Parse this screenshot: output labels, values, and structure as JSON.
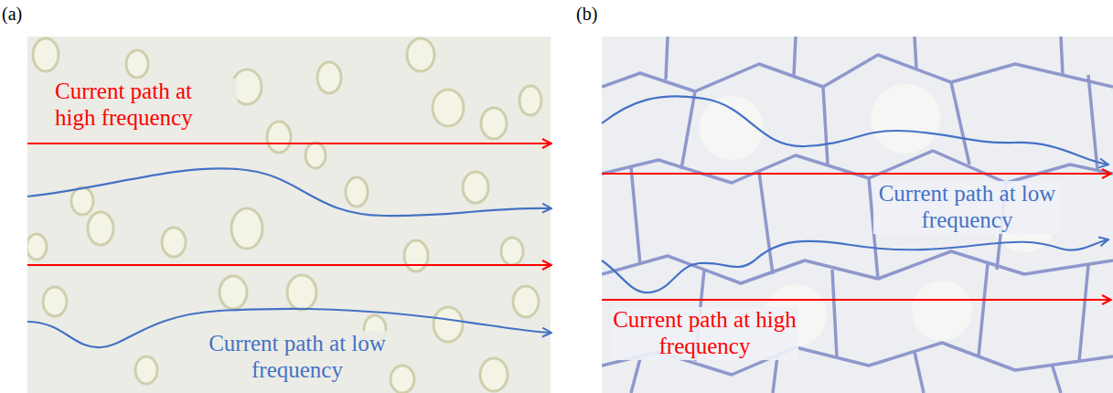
{
  "diagram": {
    "labels": [
      "(a)",
      "Current path at high frequency",
      "Current path at low frequency",
      "(b)",
      "Current path at low frequency",
      "Current path at high frequency"
    ]
  }
}
